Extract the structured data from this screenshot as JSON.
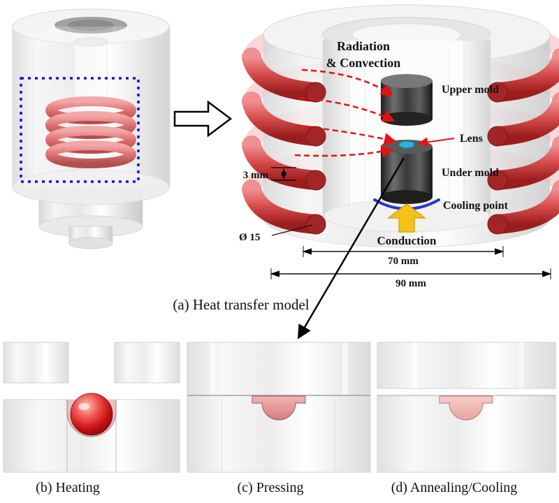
{
  "panel_a": {
    "caption": "(a) Heat transfer model",
    "radiation_label_line1": "Radiation",
    "radiation_label_line2": "& Convection",
    "upper_mold_label": "Upper mold",
    "lens_label": "Lens",
    "under_mold_label": "Under mold",
    "cooling_point_label": "Cooling point",
    "conduction_label": "Conduction",
    "dim_coil_pitch": "3 mm",
    "dim_coil_diameter": "Ø 15",
    "dim_inner_width": "70 mm",
    "dim_outer_width": "90 mm"
  },
  "panel_b": {
    "caption": "(b) Heating"
  },
  "panel_c": {
    "caption": "(c) Pressing"
  },
  "panel_d": {
    "caption": "(d) Annealing/Cooling"
  },
  "colors": {
    "coil_red": "#cf4040",
    "coil_red_dark": "#a32626",
    "arrow_red": "#e51212",
    "radiation_text": "#8e3a22",
    "conduction_text": "#d79d00",
    "conduction_arrow_fill": "#f5c21a",
    "lens_cyan": "#2fb4d8",
    "cooling_arc_blue": "#2438cc",
    "highlight_box_blue": "#1212dd",
    "heating_ball_red": "#c81414",
    "mold_gray_dark": "#3f3f3f"
  }
}
